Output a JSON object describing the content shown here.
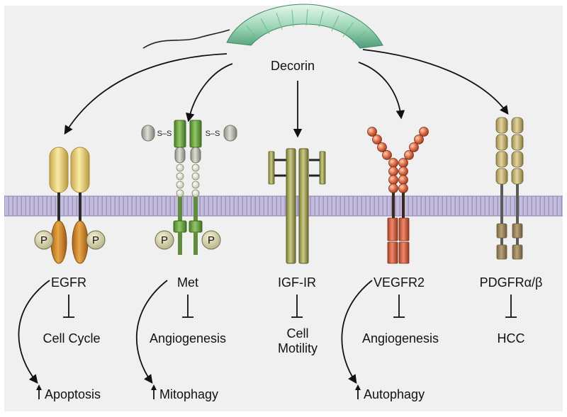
{
  "ligand": {
    "name": "Decorin"
  },
  "receptors": [
    {
      "id": "egfr",
      "name": "EGFR",
      "inhibits": "Cell Cycle",
      "promotes": "Apoptosis"
    },
    {
      "id": "met",
      "name": "Met",
      "inhibits": "Angiogenesis",
      "promotes": "Mitophagy"
    },
    {
      "id": "igf1r",
      "name": "IGF-IR",
      "inhibits_lines": [
        "Cell",
        "Motility"
      ]
    },
    {
      "id": "vegfr2",
      "name": "VEGFR2",
      "inhibits": "Angiogenesis",
      "promotes": "Autophagy"
    },
    {
      "id": "pdgfr",
      "name": "PDGFRα/β",
      "inhibits": "HCC"
    }
  ],
  "labels": {
    "phospho": "P",
    "disulfide": "S–S"
  },
  "colors": {
    "background": "#f0f0f0",
    "membrane": "#a79cc4",
    "egfr": "#efd98a",
    "egfr_kinase": "#d6902b",
    "met": "#73a84a",
    "igf1r": "#a6a860",
    "vegfr2": "#d9654a",
    "pdgfr": "#c9b87c",
    "decorin": "#9fd8b8"
  }
}
